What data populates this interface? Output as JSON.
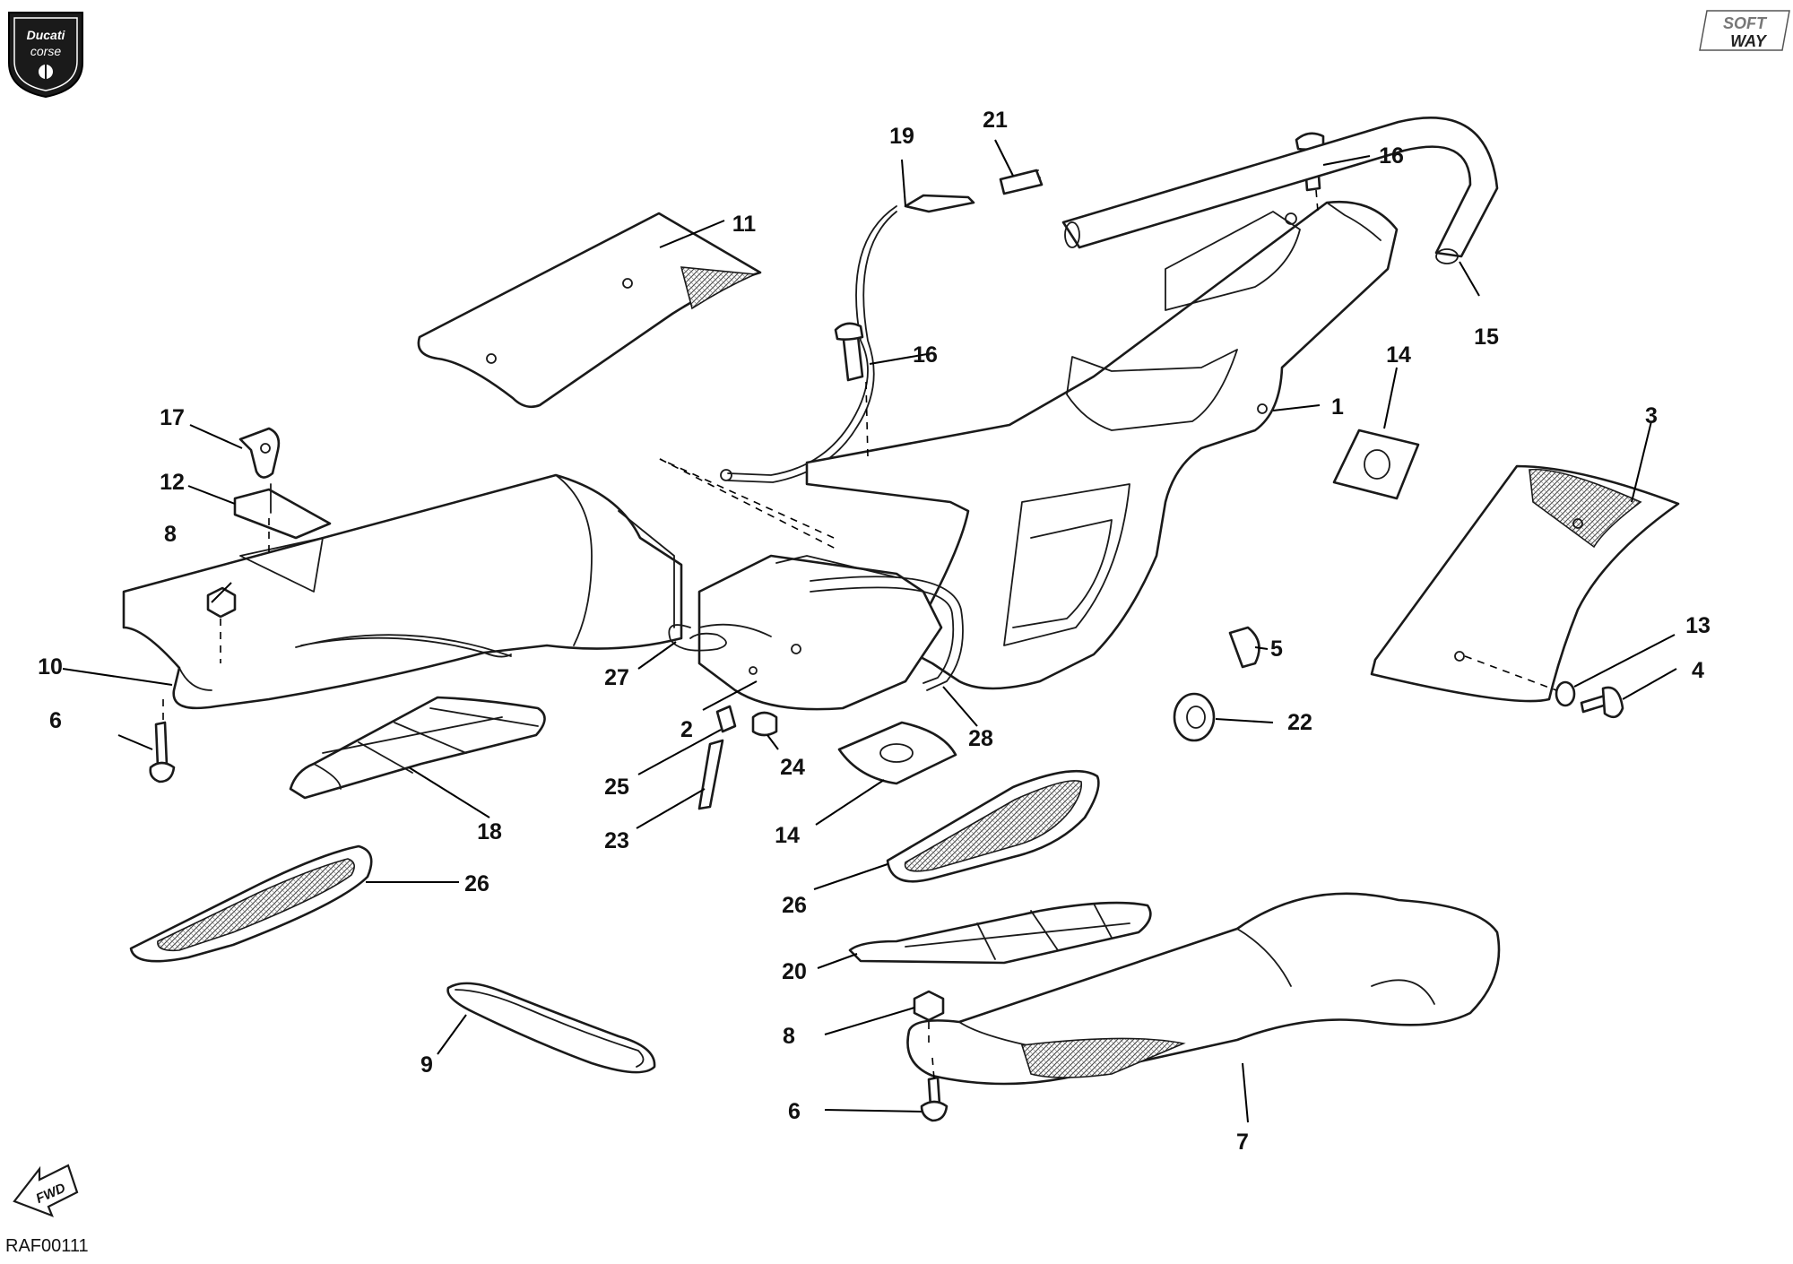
{
  "brand": {
    "logo_line1": "Ducati",
    "logo_line2": "corse",
    "softway_line1": "SOFT",
    "softway_line2": "WAY"
  },
  "drawing_code": "RAF00111",
  "fwd_label": "FWD",
  "callouts": [
    {
      "id": "c1",
      "label": "1"
    },
    {
      "id": "c2",
      "label": "2"
    },
    {
      "id": "c3",
      "label": "3"
    },
    {
      "id": "c4",
      "label": "4"
    },
    {
      "id": "c5",
      "label": "5"
    },
    {
      "id": "c6a",
      "label": "6"
    },
    {
      "id": "c6b",
      "label": "6"
    },
    {
      "id": "c7",
      "label": "7"
    },
    {
      "id": "c8a",
      "label": "8"
    },
    {
      "id": "c8b",
      "label": "8"
    },
    {
      "id": "c9",
      "label": "9"
    },
    {
      "id": "c10",
      "label": "10"
    },
    {
      "id": "c11",
      "label": "11"
    },
    {
      "id": "c12",
      "label": "12"
    },
    {
      "id": "c13",
      "label": "13"
    },
    {
      "id": "c14a",
      "label": "14"
    },
    {
      "id": "c14b",
      "label": "14"
    },
    {
      "id": "c15",
      "label": "15"
    },
    {
      "id": "c16a",
      "label": "16"
    },
    {
      "id": "c16b",
      "label": "16"
    },
    {
      "id": "c17",
      "label": "17"
    },
    {
      "id": "c18",
      "label": "18"
    },
    {
      "id": "c19",
      "label": "19"
    },
    {
      "id": "c20",
      "label": "20"
    },
    {
      "id": "c21",
      "label": "21"
    },
    {
      "id": "c22",
      "label": "22"
    },
    {
      "id": "c23",
      "label": "23"
    },
    {
      "id": "c24",
      "label": "24"
    },
    {
      "id": "c25",
      "label": "25"
    },
    {
      "id": "c26a",
      "label": "26"
    },
    {
      "id": "c26b",
      "label": "26"
    },
    {
      "id": "c27",
      "label": "27"
    },
    {
      "id": "c28",
      "label": "28"
    }
  ]
}
